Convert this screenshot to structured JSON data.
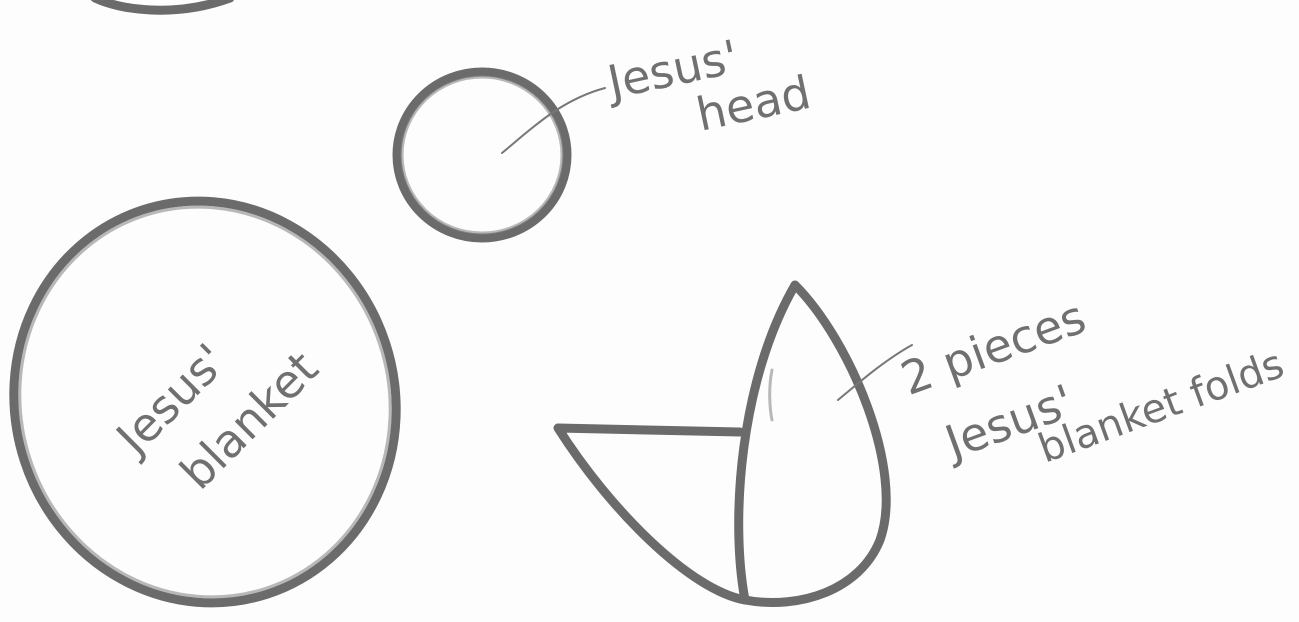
{
  "labels": {
    "head_line1": "Jesus'",
    "head_line2": "head",
    "blanket_line1": "Jesus'",
    "blanket_line2": "blanket",
    "folds_line1": "2 pieces",
    "folds_line2": "Jesus'",
    "folds_line3": "blanket folds"
  },
  "colors": {
    "stroke": "#6b6b6b",
    "text": "#707070",
    "paper": "#fdfdfd"
  }
}
